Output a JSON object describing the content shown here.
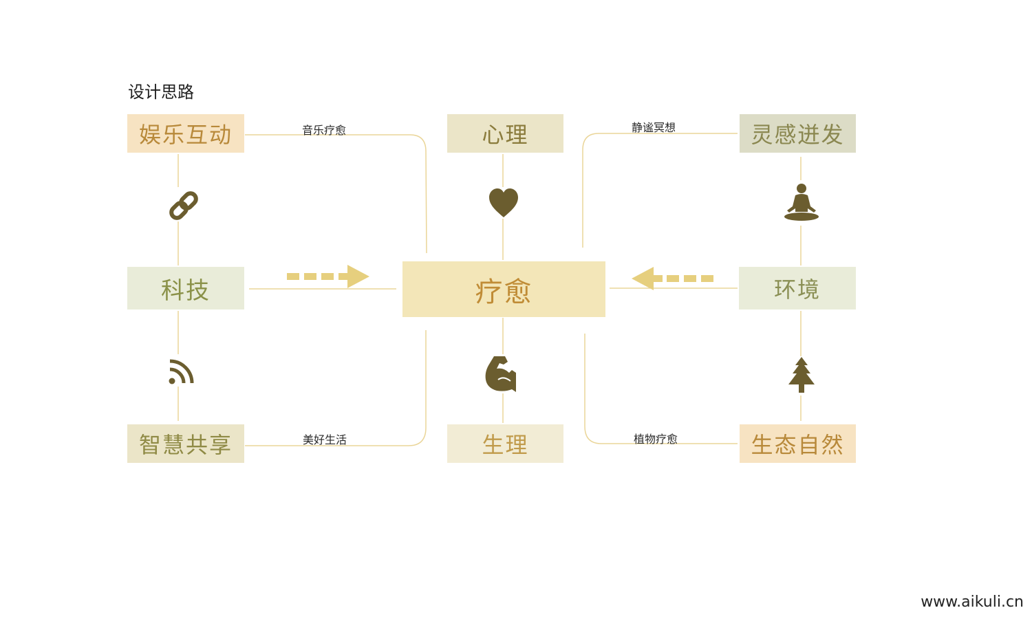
{
  "page_title": "设计思路",
  "colors": {
    "line": "#e6cf8a",
    "icon": "#6b5d2f",
    "arrow": "#e6cf7e"
  },
  "nodes": {
    "entertainment": "娱乐互动",
    "psychology": "心理",
    "inspiration": "灵感迸发",
    "technology": "科技",
    "healing": "疗愈",
    "environment": "环境",
    "sharing": "智慧共享",
    "physiology": "生理",
    "nature": "生态自然"
  },
  "edge_labels": {
    "music_healing": "音乐疗愈",
    "meditation": "静谧冥想",
    "good_life": "美好生活",
    "plant_healing": "植物疗愈"
  },
  "icons": [
    "link-icon",
    "heart-icon",
    "meditation-icon",
    "rss-icon",
    "muscle-icon",
    "tree-icon",
    "arrow-right-icon",
    "arrow-left-icon"
  ],
  "watermark": "www.aikuli.cn"
}
